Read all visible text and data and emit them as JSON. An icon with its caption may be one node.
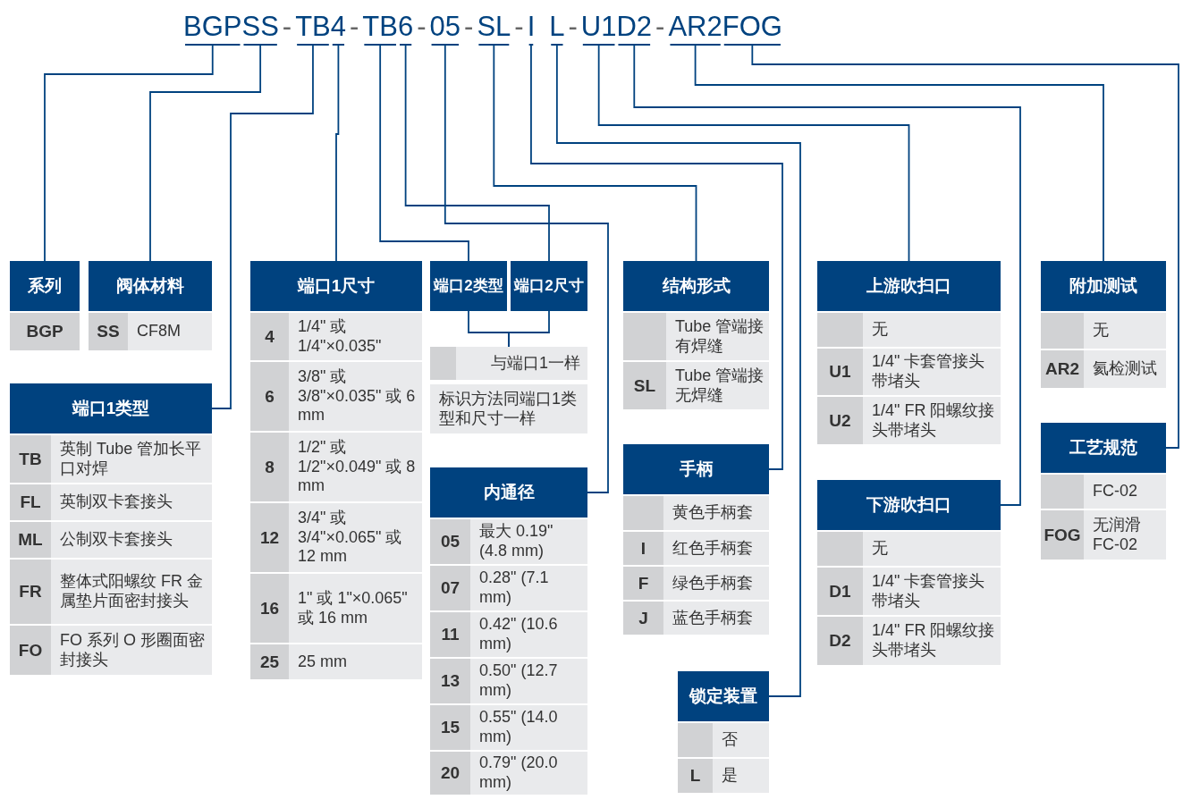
{
  "diagram": {
    "nodes": [
      {
        "text": [
          "BGP"
        ]
      },
      {
        "text": [
          "SS"
        ]
      },
      {
        "text": [
          "TB"
        ]
      },
      {
        "text": [
          "4"
        ]
      },
      {
        "text": [
          "TB"
        ]
      },
      {
        "text": [
          "6"
        ]
      },
      {
        "text": [
          "05"
        ]
      },
      {
        "text": [
          "SL"
        ]
      },
      {
        "text": [
          "I"
        ]
      },
      {
        "text": [
          "L"
        ]
      },
      {
        "text": [
          "U1"
        ]
      },
      {
        "text": [
          "D2"
        ]
      },
      {
        "text": [
          "AR2"
        ]
      },
      {
        "text": [
          "FOG"
        ]
      },
      {
        "text": [
          "系列"
        ]
      },
      {
        "text": [
          "BGP"
        ]
      },
      {
        "text": [
          "阀体材料"
        ]
      },
      {
        "text": [
          "SS",
          "CF8M"
        ]
      },
      {
        "text": [
          "端口1类型"
        ]
      },
      {
        "text": [
          "TB",
          "英制 Tube 管加长平口对焊"
        ]
      },
      {
        "text": [
          "FL",
          "英制双卡套接头"
        ]
      },
      {
        "text": [
          "ML",
          "公制双卡套接头"
        ]
      },
      {
        "text": [
          "FR",
          "整体式阳螺纹 FR 金属垫片面密封接头"
        ]
      },
      {
        "text": [
          "FO",
          "FO 系列 O 形圈面密封接头"
        ]
      },
      {
        "text": [
          "端口1尺寸"
        ]
      },
      {
        "text": [
          "4",
          "1/4\" 或 1/4\"×0.035\""
        ]
      },
      {
        "text": [
          "6",
          "3/8\" 或 3/8\"×0.035\" 或 6 mm"
        ]
      },
      {
        "text": [
          "8",
          "1/2\" 或 1/2\"×0.049\" 或 8 mm"
        ]
      },
      {
        "text": [
          "12",
          "3/4\" 或 3/4\"×0.065\" 或 12 mm"
        ]
      },
      {
        "text": [
          "16",
          "1\" 或 1\"×0.065\" 或 16 mm"
        ]
      },
      {
        "text": [
          "25",
          "25 mm"
        ]
      },
      {
        "text": [
          "端口2类型"
        ]
      },
      {
        "text": [
          "端口2尺寸"
        ]
      },
      {
        "text": [
          "与端口1一样"
        ]
      },
      {
        "text": [
          "标识方法同端口1类型和尺寸一样"
        ]
      },
      {
        "text": [
          "内通径"
        ]
      },
      {
        "text": [
          "05",
          "最大 0.19\" (4.8 mm)"
        ]
      },
      {
        "text": [
          "07",
          "0.28\" (7.1 mm)"
        ]
      },
      {
        "text": [
          "11",
          "0.42\" (10.6 mm)"
        ]
      },
      {
        "text": [
          "13",
          "0.50\" (12.7 mm)"
        ]
      },
      {
        "text": [
          "15",
          "0.55\" (14.0 mm)"
        ]
      },
      {
        "text": [
          "20",
          "0.79\" (20.0 mm)"
        ]
      },
      {
        "text": [
          "结构形式"
        ]
      },
      {
        "text": [
          "Tube 管端接有焊缝"
        ]
      },
      {
        "text": [
          "SL",
          "Tube 管端接无焊缝"
        ]
      },
      {
        "text": [
          "手柄"
        ]
      },
      {
        "text": [
          "黄色手柄套"
        ]
      },
      {
        "text": [
          "I",
          "红色手柄套"
        ]
      },
      {
        "text": [
          "F",
          "绿色手柄套"
        ]
      },
      {
        "text": [
          "J",
          "蓝色手柄套"
        ]
      },
      {
        "text": [
          "锁定装置"
        ]
      },
      {
        "text": [
          "否"
        ]
      },
      {
        "text": [
          "L",
          "是"
        ]
      },
      {
        "text": [
          "上游吹扫口"
        ]
      },
      {
        "text": [
          "无"
        ]
      },
      {
        "text": [
          "U1",
          "1/4\" 卡套管接头带堵头"
        ]
      },
      {
        "text": [
          "U2",
          "1/4\" FR 阳螺纹接头带堵头"
        ]
      },
      {
        "text": [
          "下游吹扫口"
        ]
      },
      {
        "text": [
          "无"
        ]
      },
      {
        "text": [
          "D1",
          "1/4\" 卡套管接头带堵头"
        ]
      },
      {
        "text": [
          "D2",
          "1/4\" FR 阳螺纹接头带堵头"
        ]
      },
      {
        "text": [
          "附加测试"
        ]
      },
      {
        "text": [
          "无"
        ]
      },
      {
        "text": [
          "AR2",
          "氦检测试"
        ]
      },
      {
        "text": [
          "工艺规范"
        ]
      },
      {
        "text": [
          "FC-02"
        ]
      },
      {
        "text": [
          "FOG",
          "无润滑 FC-02"
        ]
      }
    ],
    "edges": [
      {
        "from": 0,
        "to": 14,
        "arrow": "none"
      },
      {
        "from": 1,
        "to": 16,
        "arrow": "none"
      },
      {
        "from": 2,
        "to": 18,
        "arrow": "none"
      },
      {
        "from": 3,
        "to": 24,
        "arrow": "none"
      },
      {
        "from": 4,
        "to": 31,
        "arrow": "none"
      },
      {
        "from": 5,
        "to": 32,
        "arrow": "none"
      },
      {
        "from": 31,
        "to": 33,
        "arrow": "none"
      },
      {
        "from": 32,
        "to": 33,
        "arrow": "none"
      },
      {
        "from": 6,
        "to": 35,
        "arrow": "none"
      },
      {
        "from": 7,
        "to": 42,
        "arrow": "none"
      },
      {
        "from": 8,
        "to": 45,
        "arrow": "none"
      },
      {
        "from": 9,
        "to": 50,
        "arrow": "none"
      },
      {
        "from": 10,
        "to": 53,
        "arrow": "none"
      },
      {
        "from": 11,
        "to": 57,
        "arrow": "none"
      },
      {
        "from": 12,
        "to": 61,
        "arrow": "none"
      },
      {
        "from": 13,
        "to": 64,
        "arrow": "none"
      }
    ],
    "labels": [
      "-",
      "-",
      "-",
      "-",
      "-",
      "-",
      "-"
    ]
  }
}
